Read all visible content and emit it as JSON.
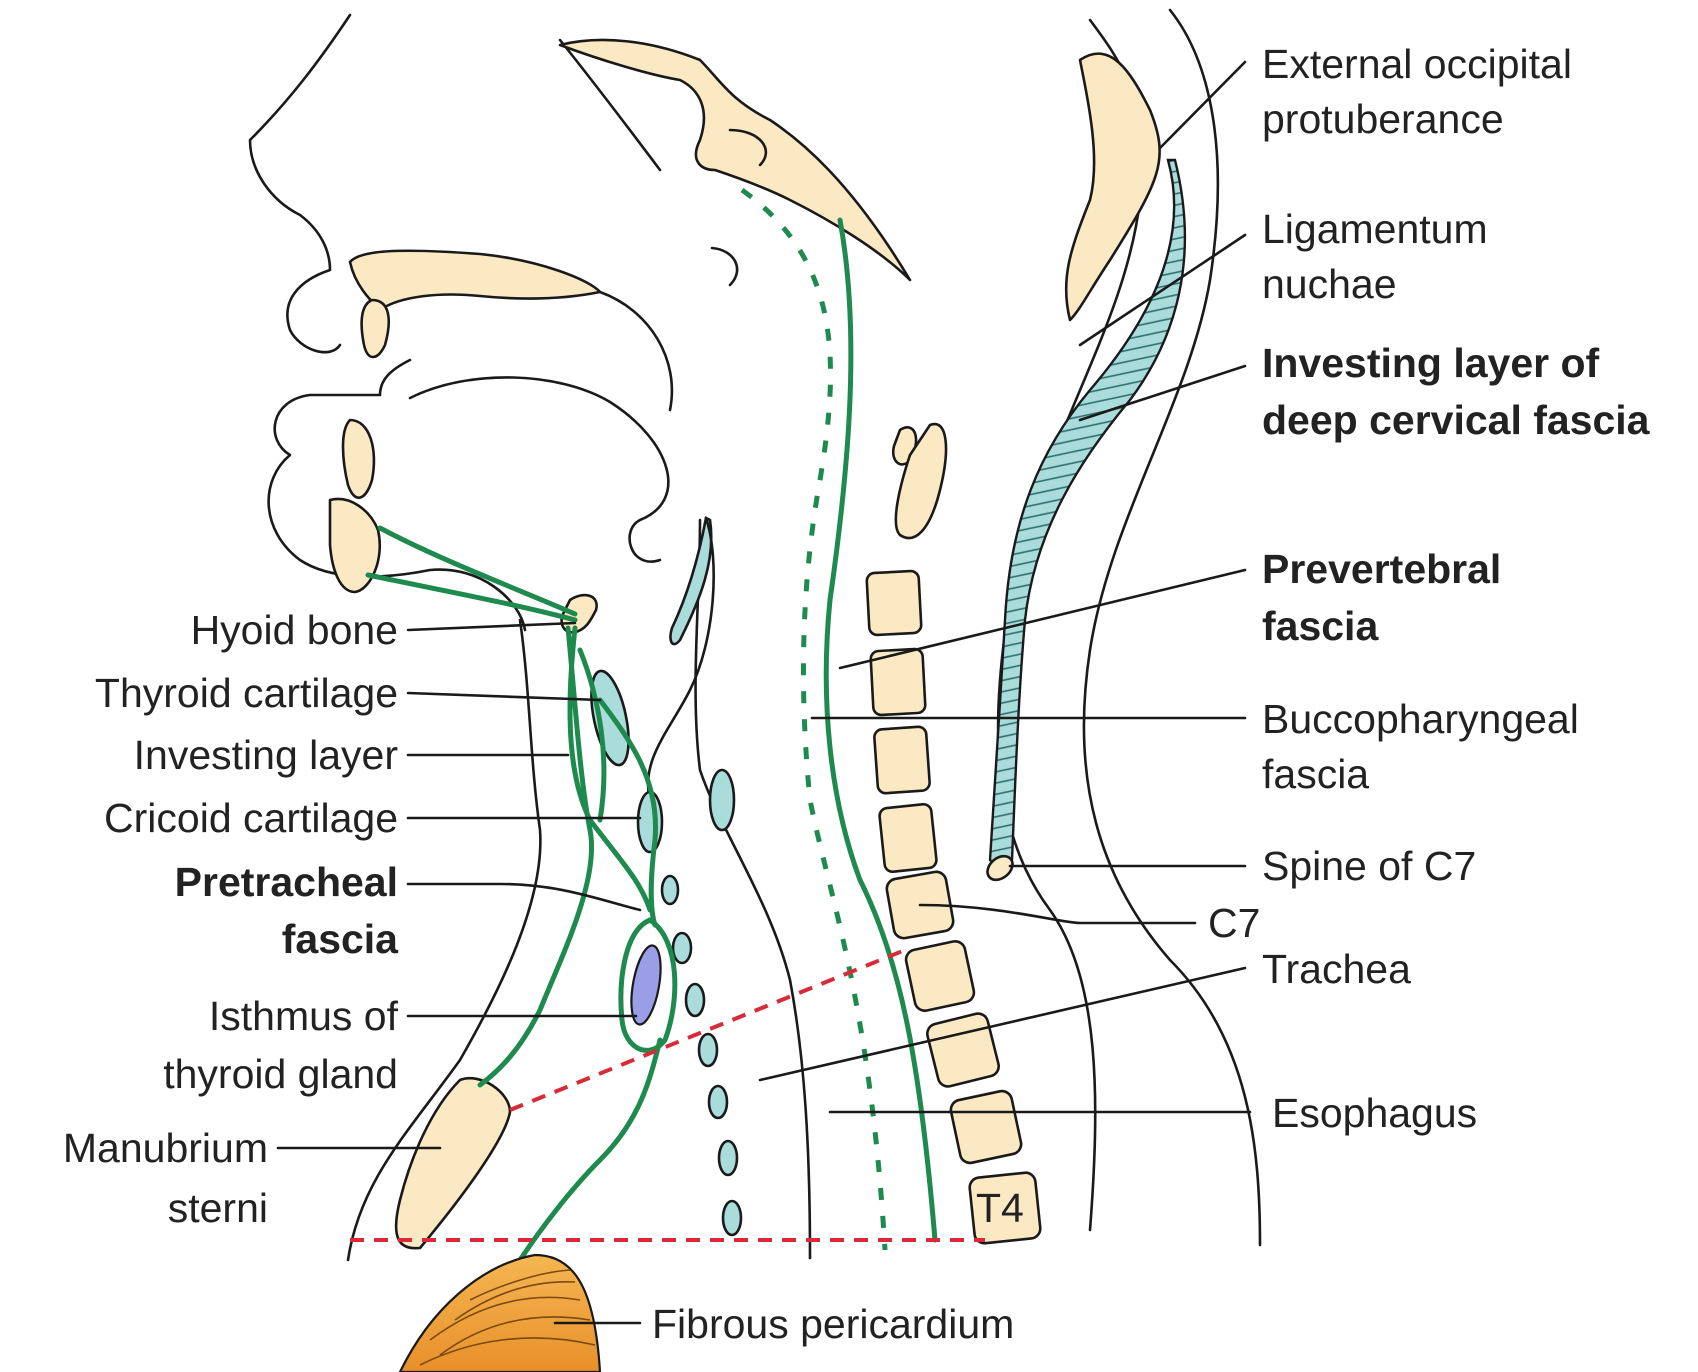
{
  "labels": {
    "external_occipital_1": "External occipital",
    "external_occipital_2": "protuberance",
    "ligamentum_1": "Ligamentum",
    "ligamentum_2": "nuchae",
    "investing_deep_1": "Investing layer of",
    "investing_deep_2": "deep cervical fascia",
    "prevertebral_1": "Prevertebral",
    "prevertebral_2": "fascia",
    "buccopharyngeal_1": "Buccopharyngeal",
    "buccopharyngeal_2": "fascia",
    "spine_c7": "Spine of C7",
    "c7": "C7",
    "trachea": "Trachea",
    "esophagus": "Esophagus",
    "fibrous_pericardium": "Fibrous pericardium",
    "hyoid_bone": "Hyoid bone",
    "thyroid_cartilage": "Thyroid cartilage",
    "investing_layer": "Investing layer",
    "cricoid_cartilage": "Cricoid cartilage",
    "pretracheal_1": "Pretracheal",
    "pretracheal_2": "fascia",
    "isthmus_1": "Isthmus of",
    "isthmus_2": "thyroid gland",
    "manubrium_1": "Manubrium",
    "manubrium_2": "sterni",
    "t4": "T4"
  },
  "colors": {
    "bone": "#fbe9c4",
    "cartilage": "#a9dcdb",
    "fascia": "#1e8a4e",
    "plane_line": "#d92a3a",
    "thyroid_isthmus": "#9a9ee6",
    "pericardium": "#f0a232"
  }
}
